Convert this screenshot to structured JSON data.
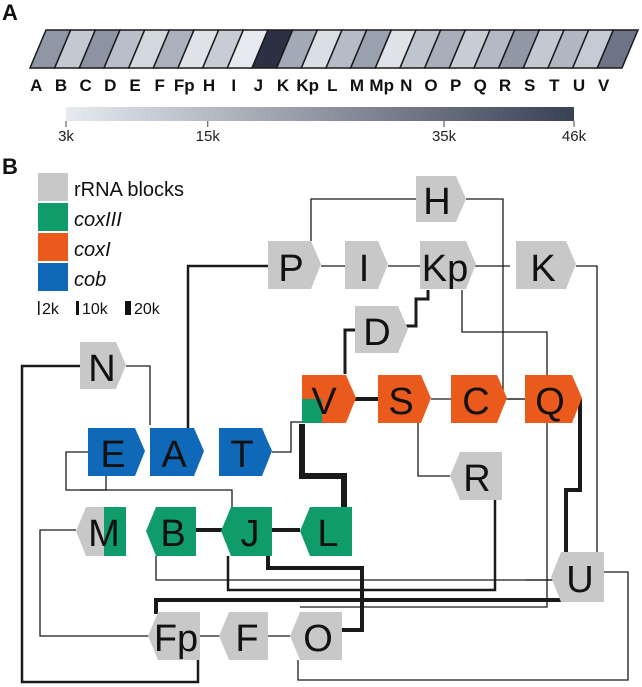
{
  "panel_a": {
    "label": "A",
    "blocks": [
      {
        "label": "A",
        "shade": "#8f97a6"
      },
      {
        "label": "B",
        "shade": "#c3c9d3"
      },
      {
        "label": "C",
        "shade": "#8c94a3"
      },
      {
        "label": "D",
        "shade": "#b9bfca"
      },
      {
        "label": "E",
        "shade": "#d3d8df"
      },
      {
        "label": "F",
        "shade": "#aab1bd"
      },
      {
        "label": "Fp",
        "shade": "#dfe3e8"
      },
      {
        "label": "H",
        "shade": "#c7ccd5"
      },
      {
        "label": "I",
        "shade": "#e6e9ee"
      },
      {
        "label": "J",
        "shade": "#2b3142"
      },
      {
        "label": "K",
        "shade": "#a3aab7"
      },
      {
        "label": "Kp",
        "shade": "#dadee5"
      },
      {
        "label": "L",
        "shade": "#b6bcc7"
      },
      {
        "label": "M",
        "shade": "#9aa1ae"
      },
      {
        "label": "Mp",
        "shade": "#dfe3e8"
      },
      {
        "label": "N",
        "shade": "#bfc5cf"
      },
      {
        "label": "O",
        "shade": "#a8afbb"
      },
      {
        "label": "P",
        "shade": "#c8cdd6"
      },
      {
        "label": "Q",
        "shade": "#b4bac5"
      },
      {
        "label": "R",
        "shade": "#9097a5"
      },
      {
        "label": "S",
        "shade": "#c3c9d3"
      },
      {
        "label": "T",
        "shade": "#b0b7c2"
      },
      {
        "label": "U",
        "shade": "#c5cbd4"
      },
      {
        "label": "V",
        "shade": "#6c7486"
      }
    ],
    "scale": {
      "ticks": [
        {
          "label": "3k",
          "value": 3000
        },
        {
          "label": "15k",
          "value": 15000
        },
        {
          "label": "35k",
          "value": 35000
        },
        {
          "label": "46k",
          "value": 46000
        }
      ],
      "min": 3000,
      "max": 46000,
      "color_low": "#e6eaf0",
      "color_high": "#3a4154"
    }
  },
  "panel_b": {
    "label": "B",
    "legend": [
      {
        "text": "rRNA blocks",
        "color": "#c8c8c8",
        "italic": false
      },
      {
        "text": "coxIII",
        "color": "#109c6a",
        "italic": true
      },
      {
        "text": "coxI",
        "color": "#ea5a1c",
        "italic": true
      },
      {
        "text": "cob",
        "color": "#1068b8",
        "italic": true
      }
    ],
    "width_legend": [
      "2k",
      "10k",
      "20k"
    ],
    "colors": {
      "rrna": "#c8c8c8",
      "coxIII": "#109c6a",
      "coxI": "#ea5a1c",
      "cob": "#1068b8",
      "edge": "#1a1a1a"
    },
    "nodes": [
      {
        "id": "H",
        "label": "H",
        "type": "rrna",
        "dir": "right"
      },
      {
        "id": "P",
        "label": "P",
        "type": "rrna",
        "dir": "right"
      },
      {
        "id": "I",
        "label": "I",
        "type": "rrna",
        "dir": "right"
      },
      {
        "id": "Kp",
        "label": "Kp",
        "type": "rrna",
        "dir": "right"
      },
      {
        "id": "K",
        "label": "K",
        "type": "rrna",
        "dir": "right"
      },
      {
        "id": "D",
        "label": "D",
        "type": "rrna",
        "dir": "right"
      },
      {
        "id": "N",
        "label": "N",
        "type": "rrna",
        "dir": "right"
      },
      {
        "id": "V",
        "label": "V",
        "type": "coxI",
        "dir": "right",
        "stripe": "coxIII"
      },
      {
        "id": "S",
        "label": "S",
        "type": "coxI",
        "dir": "right"
      },
      {
        "id": "C",
        "label": "C",
        "type": "coxI",
        "dir": "right"
      },
      {
        "id": "Q",
        "label": "Q",
        "type": "coxI",
        "dir": "right"
      },
      {
        "id": "E",
        "label": "E",
        "type": "cob",
        "dir": "right"
      },
      {
        "id": "A",
        "label": "A",
        "type": "cob",
        "dir": "right"
      },
      {
        "id": "T",
        "label": "T",
        "type": "cob",
        "dir": "right"
      },
      {
        "id": "R",
        "label": "R",
        "type": "rrna",
        "dir": "left"
      },
      {
        "id": "M",
        "label": "M",
        "type": "rrna",
        "dir": "left",
        "stripe": "coxIII"
      },
      {
        "id": "B",
        "label": "B",
        "type": "coxIII",
        "dir": "left"
      },
      {
        "id": "J",
        "label": "J",
        "type": "coxIII",
        "dir": "left"
      },
      {
        "id": "L",
        "label": "L",
        "type": "coxIII",
        "dir": "left"
      },
      {
        "id": "U",
        "label": "U",
        "type": "rrna",
        "dir": "left"
      },
      {
        "id": "Fp",
        "label": "Fp",
        "type": "rrna",
        "dir": "left"
      },
      {
        "id": "F",
        "label": "F",
        "type": "rrna",
        "dir": "left"
      },
      {
        "id": "O",
        "label": "O",
        "type": "rrna",
        "dir": "left"
      }
    ]
  }
}
